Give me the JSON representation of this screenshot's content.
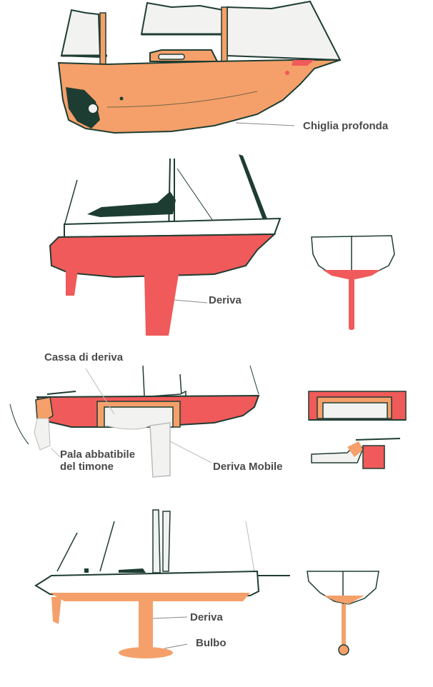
{
  "labels": {
    "chiglia_profonda": "Chiglia profonda",
    "deriva_1": "Deriva",
    "cassa_di_deriva": "Cassa di deriva",
    "pala_abbatibile": "Pala abbatibile del timone",
    "deriva_mobile": "Deriva Mobile",
    "deriva_2": "Deriva",
    "bulbo": "Bulbo"
  },
  "colors": {
    "hull_orange": "#F5A06A",
    "hull_red": "#F05A5A",
    "outline": "#1E3D32",
    "sail": "#F2F2F0",
    "label_text": "#4A4A4A"
  }
}
